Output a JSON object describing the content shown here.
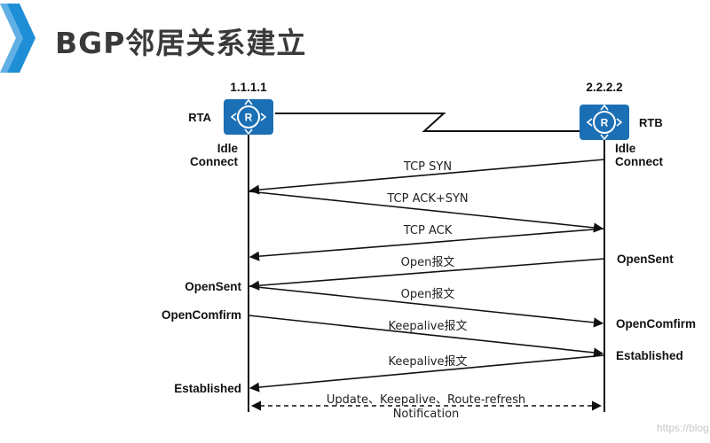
{
  "slide": {
    "title": "BGP邻居关系建立",
    "accent_color": "#1e8fd6",
    "router_color": "#1b6fb5"
  },
  "routers": {
    "left": {
      "ip": "1.1.1.1",
      "name": "RTA",
      "icon": "router-icon"
    },
    "right": {
      "ip": "2.2.2.2",
      "name": "RTB",
      "icon": "router-icon"
    }
  },
  "states": {
    "left_idle": "Idle",
    "left_connect": "Connect",
    "right_idle": "Idle",
    "right_connect": "Connect",
    "right_opensent": "OpenSent",
    "left_opensent": "OpenSent",
    "left_openconfirm": "OpenComfirm",
    "right_openconfirm": "OpenComfirm",
    "right_established": "Established",
    "left_established": "Established"
  },
  "messages": [
    {
      "label": "TCP SYN",
      "direction": "right-to-left"
    },
    {
      "label": "TCP ACK+SYN",
      "direction": "left-to-right"
    },
    {
      "label": "TCP ACK",
      "direction": "right-to-left"
    },
    {
      "label": "Open报文",
      "direction": "right-to-left"
    },
    {
      "label": "Open报文",
      "direction": "left-to-right"
    },
    {
      "label": "Keepalive报文",
      "direction": "left-to-right"
    },
    {
      "label": "Keepalive报文",
      "direction": "right-to-left"
    }
  ],
  "update_exchange": {
    "line1": "Update、Keepalive、Route-refresh",
    "line2": "Notification",
    "style": "dashed-bidirectional"
  },
  "watermark": "https://blog.csdn.net"
}
